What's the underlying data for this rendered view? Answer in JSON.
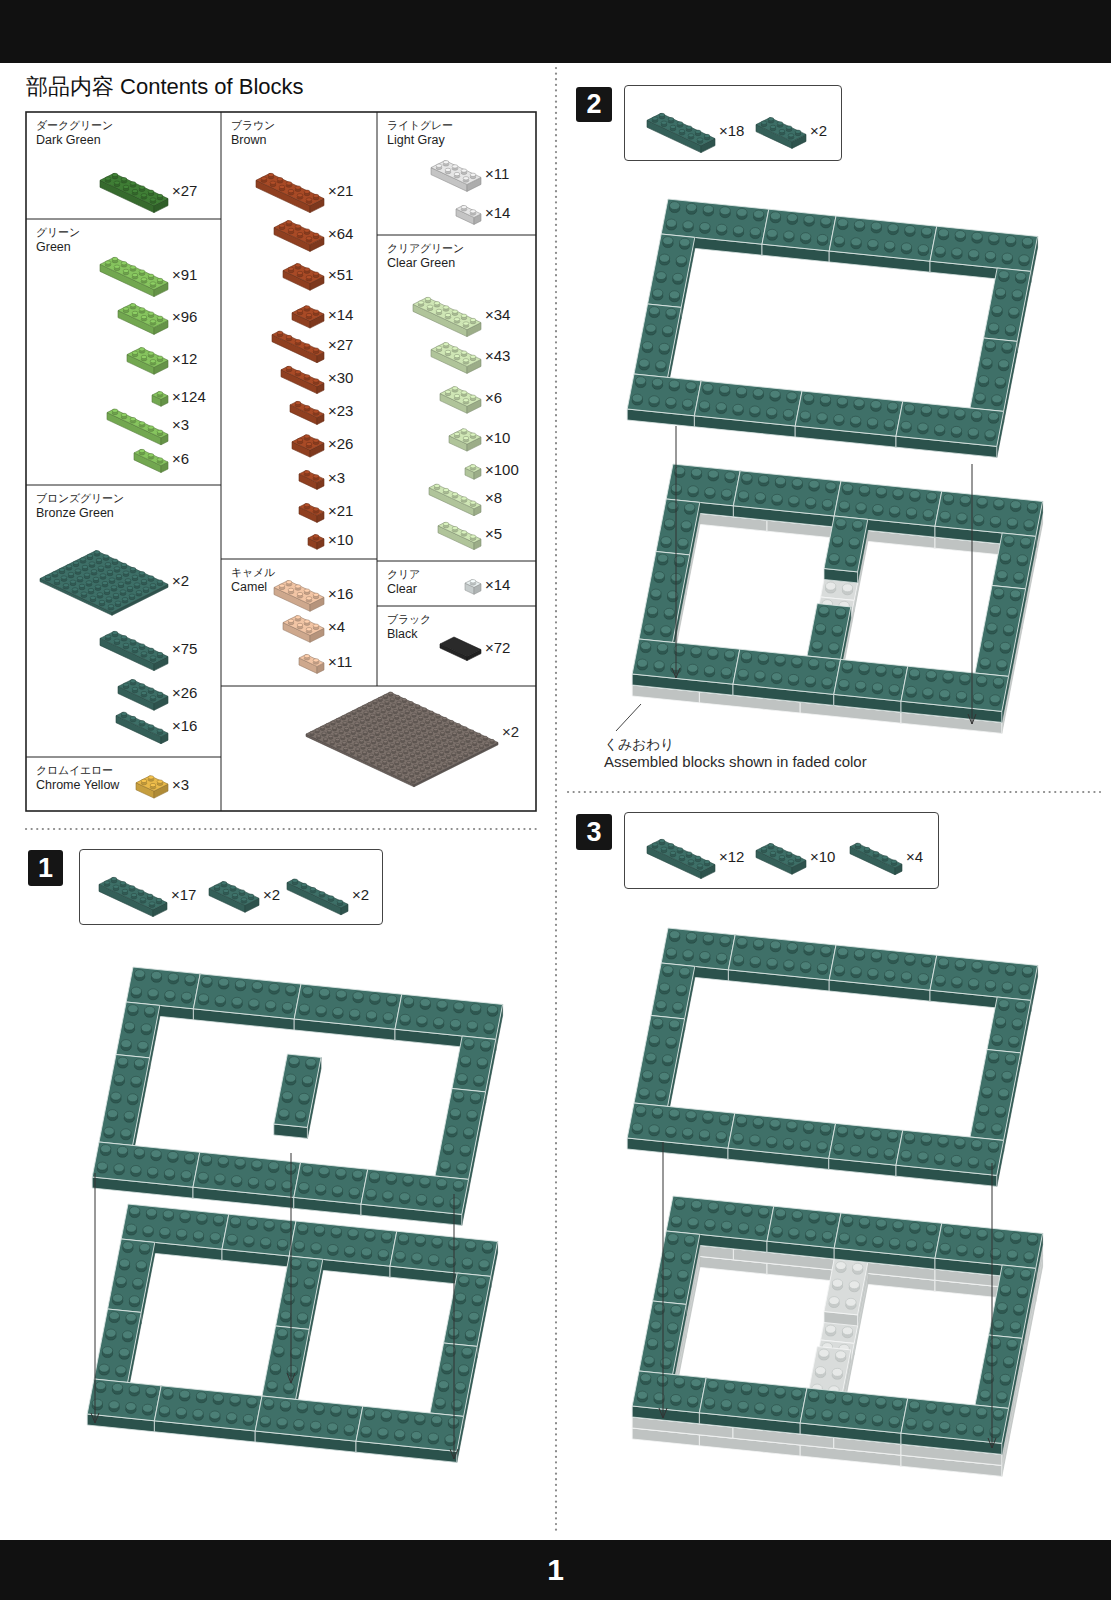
{
  "diagram": {
    "title": "部品内容 Contents of Blocks",
    "nodes": [
      {
        "text": [
          "ダークグリーン",
          "Dark Green",
          "×27"
        ]
      },
      {
        "text": [
          "グリーン",
          "Green",
          "×91",
          "×96",
          "×12",
          "×124",
          "×3",
          "×6"
        ]
      },
      {
        "text": [
          "ブロンズグリーン",
          "Bronze Green",
          "×2",
          "×75",
          "×26",
          "×16"
        ]
      },
      {
        "text": [
          "クロムイエロー",
          "Chrome Yellow",
          "×3"
        ]
      },
      {
        "text": [
          "ブラウン",
          "Brown",
          "×21",
          "×64",
          "×51",
          "×14",
          "×27",
          "×30",
          "×23",
          "×26",
          "×3",
          "×21",
          "×10"
        ]
      },
      {
        "text": [
          "キャメル",
          "Camel",
          "×16",
          "×4",
          "×11"
        ]
      },
      {
        "text": [
          "ライトグレー",
          "Light Gray",
          "×11",
          "×14"
        ]
      },
      {
        "text": [
          "クリアグリーン",
          "Clear Green",
          "×34",
          "×43",
          "×6",
          "×10",
          "×100",
          "×8",
          "×5"
        ]
      },
      {
        "text": [
          "クリア",
          "Clear",
          "×14"
        ]
      },
      {
        "text": [
          "ブラック",
          "Black",
          "×72"
        ]
      },
      {
        "text": [
          "1"
        ]
      },
      {
        "text": [
          "×17",
          "×2",
          "×2"
        ]
      },
      {
        "text": [
          "2"
        ]
      },
      {
        "text": [
          "×18",
          "×2"
        ]
      },
      {
        "text": [
          "3"
        ]
      },
      {
        "text": [
          "×12",
          "×10",
          "×4"
        ]
      },
      {
        "text": [
          "1"
        ]
      }
    ],
    "labels": [
      "×2",
      "くみおわり",
      "Assembled blocks shown in faded color"
    ]
  }
}
